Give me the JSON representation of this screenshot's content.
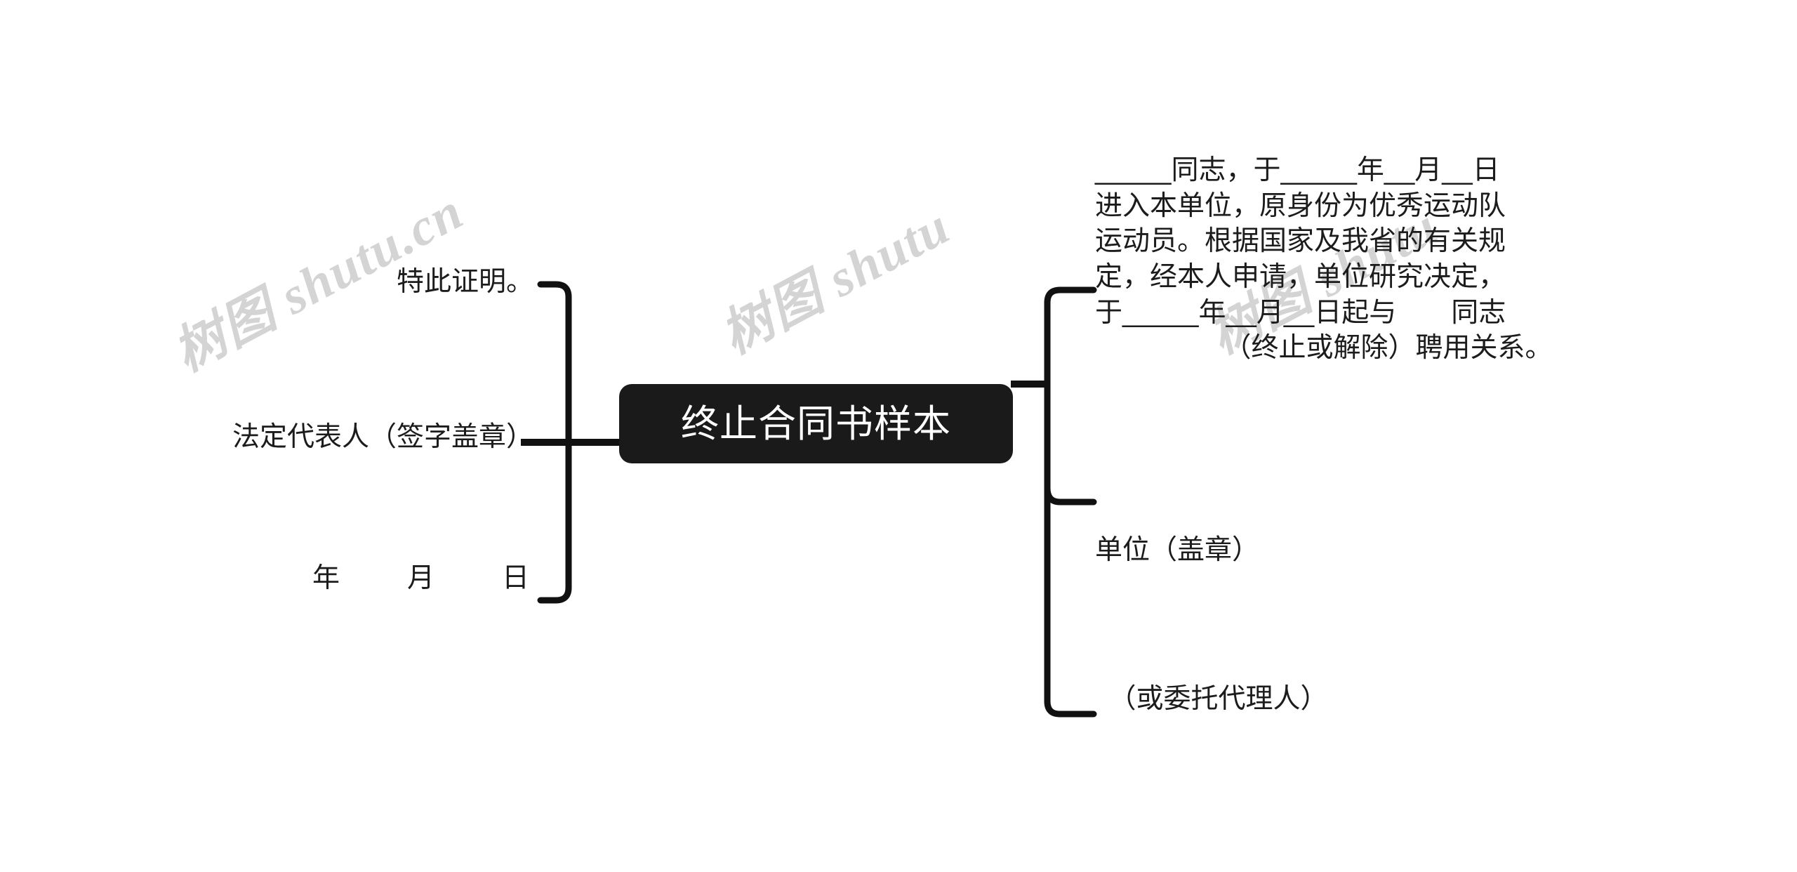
{
  "meta": {
    "background_color": "#ffffff",
    "node_color": "#1a1a1a",
    "node_text_color": "#ffffff",
    "line_color": "#111111",
    "text_color": "#1c1c1c",
    "watermark_color": "#d4d4d4"
  },
  "watermark": {
    "text": "树图 shutu.cn",
    "short": "树图 shutu"
  },
  "root": {
    "label": "终止合同书样本"
  },
  "left_branches": [
    {
      "id": "certify",
      "label": "特此证明。"
    },
    {
      "id": "legal-rep",
      "label": "法定代表人（签字盖章）"
    },
    {
      "id": "date-line",
      "label": "年　　月　　日"
    }
  ],
  "right_branches": [
    {
      "id": "termination-body",
      "lines": [
        "_____同志，于_____年__月__日",
        "进入本单位，原身份为优秀运动队",
        "运动员。根据国家及我省的有关规",
        "定，经本人申请，单位研究决定，",
        "于_____年__月__日起与　　同志",
        "（终止或解除）聘用关系。"
      ],
      "label": "_____同志，于_____年__月__日进入本单位，原身份为优秀运动队运动员。根据国家及我省的有关规定，经本人申请，单位研究决定，于_____年__月__日起与　　同志（终止或解除）聘用关系。"
    },
    {
      "id": "unit-seal",
      "label": "单位（盖章）"
    },
    {
      "id": "agent-note",
      "label": "　（或委托代理人）"
    }
  ]
}
